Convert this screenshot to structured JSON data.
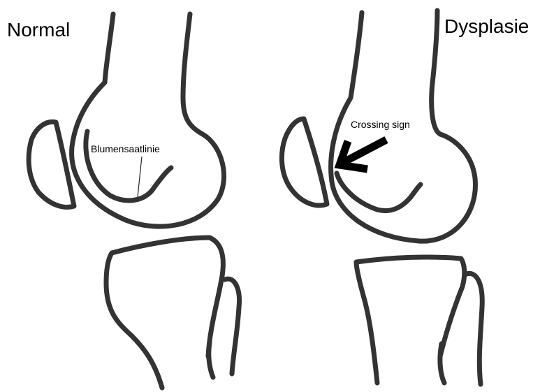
{
  "panels": {
    "normal": {
      "title": "Normal",
      "annotation": "Blumensaatlinie"
    },
    "dysplasia": {
      "title": "Dysplasie",
      "annotation": "Crossing sign"
    }
  },
  "colors": {
    "outline": "#333333",
    "text": "#000000",
    "background": "#ffffff"
  }
}
